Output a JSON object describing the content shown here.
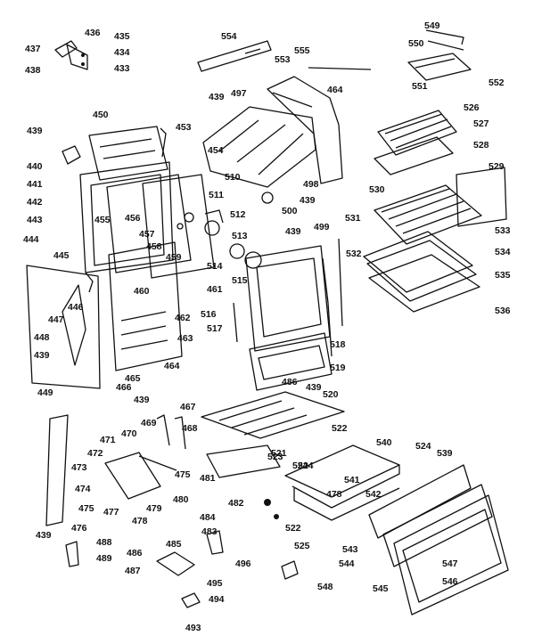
{
  "diagram": {
    "type": "exploded-parts-view",
    "part_numbers": [
      "437",
      "436",
      "435",
      "438",
      "434",
      "433",
      "554",
      "555",
      "553",
      "549",
      "550",
      "551",
      "552",
      "439",
      "497",
      "464",
      "450",
      "453",
      "439",
      "440",
      "441",
      "442",
      "443",
      "454",
      "510",
      "498",
      "439",
      "500",
      "455",
      "456",
      "457",
      "458",
      "459",
      "511",
      "512",
      "513",
      "514",
      "515",
      "439",
      "526",
      "527",
      "528",
      "529",
      "530",
      "531",
      "533",
      "534",
      "532",
      "535",
      "536",
      "444",
      "445",
      "460",
      "461",
      "462",
      "463",
      "446",
      "447",
      "448",
      "439",
      "464",
      "465",
      "449",
      "466",
      "439",
      "499",
      "516",
      "517",
      "518",
      "519",
      "486",
      "439",
      "520",
      "521",
      "522",
      "523",
      "524",
      "467",
      "468",
      "469",
      "470",
      "471",
      "472",
      "475",
      "473",
      "474",
      "475",
      "477",
      "478",
      "479",
      "480",
      "481",
      "482",
      "524",
      "540",
      "541",
      "478",
      "542",
      "539",
      "524",
      "543",
      "544",
      "545",
      "546",
      "547",
      "522",
      "525",
      "439",
      "476",
      "488",
      "489",
      "484",
      "483",
      "496",
      "485",
      "486",
      "487",
      "495",
      "494",
      "493",
      "548"
    ]
  }
}
